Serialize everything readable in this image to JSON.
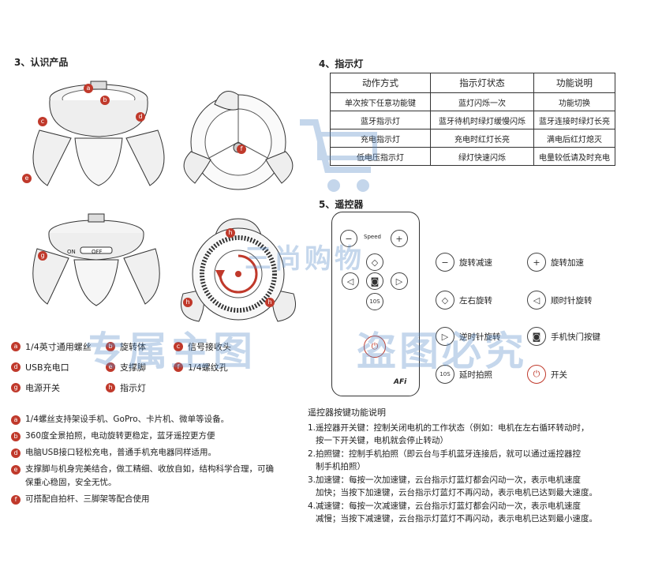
{
  "section3": {
    "title": "3、认识产品"
  },
  "section4": {
    "title": "4、指示灯"
  },
  "section5": {
    "title": "5、遥控器"
  },
  "device_labels": {
    "a": "a",
    "b": "b",
    "c": "c",
    "d": "d",
    "e": "e",
    "f": "f",
    "g": "g",
    "h": "h",
    "on": "ON",
    "off": "OFF"
  },
  "legend": [
    {
      "key": "a",
      "text": "1/4英寸通用螺丝"
    },
    {
      "key": "b",
      "text": "旋转体"
    },
    {
      "key": "c",
      "text": "信号接收头"
    },
    {
      "key": "d",
      "text": "USB充电口"
    },
    {
      "key": "e",
      "text": "支撑脚"
    },
    {
      "key": "f",
      "text": "1/4螺纹孔"
    },
    {
      "key": "g",
      "text": "电源开关"
    },
    {
      "key": "h",
      "text": "指示灯"
    }
  ],
  "features": [
    {
      "key": "a",
      "text": "1/4螺丝支持架设手机、GoPro、卡片机、微单等设备。"
    },
    {
      "key": "b",
      "text": "360度全景拍照，电动旋转更稳定，蓝牙遥控更方便"
    },
    {
      "key": "d",
      "text": "电脑USB接口轻松充电，普通手机充电器同样适用。"
    },
    {
      "key": "e",
      "text": "支撑脚与机身完美结合，做工精细、收放自如，结构科学合理，可确",
      "cont": "保重心稳固，安全无忧。"
    },
    {
      "key": "f",
      "text": "可搭配自拍杆、三脚架等配合使用"
    }
  ],
  "indicator_table": {
    "headers": [
      "动作方式",
      "指示灯状态",
      "功能说明"
    ],
    "rows": [
      [
        "单次按下任意功能键",
        "蓝灯闪烁一次",
        "功能切换"
      ],
      [
        "蓝牙指示灯",
        "蓝牙待机时绿灯缓慢闪烁",
        "蓝牙连接时绿灯长亮"
      ],
      [
        "充电指示灯",
        "充电时红灯长亮",
        "满电后红灯熄灭"
      ],
      [
        "低电压指示灯",
        "绿灯快速闪烁",
        "电量较低请及时充电"
      ]
    ]
  },
  "remote": {
    "speed_label": "Speed",
    "btn_10s": "10S",
    "brand": "AFi",
    "keys": [
      {
        "icon": "minus-icon",
        "label": "旋转减速"
      },
      {
        "icon": "plus-icon",
        "label": "旋转加速"
      },
      {
        "icon": "left-right-icon",
        "label": "左右旋转"
      },
      {
        "icon": "counterclockwise-icon",
        "label": "顺时针旋转"
      },
      {
        "icon": "clockwise-icon",
        "label": "逆时针旋转"
      },
      {
        "icon": "camera-icon",
        "label": "手机快门按键"
      },
      {
        "icon": "timer-icon",
        "label": "延时拍照",
        "btn_text": "10S"
      },
      {
        "icon": "power-icon",
        "label": "开关"
      }
    ]
  },
  "instructions": {
    "title": "遥控器按键功能说明",
    "lines": [
      "1.遥控器开关键：控制关闭电机的工作状态（例如：电机在左右循环转动时，",
      "   按一下开关键，电机就会停止转动）",
      "2.拍照键：控制手机拍照（即云台与手机蓝牙连接后，就可以通过遥控器控",
      "   制手机拍照）",
      "3.加速键：每按一次加速键，云台指示灯蓝灯都会闪动一次，表示电机速度",
      "   加快；当按下加速键，云台指示灯蓝灯不再闪动，表示电机已达到最大速度。",
      "4.减速键：每按一次减速键，云台指示灯蓝灯都会闪动一次，表示电机速度",
      "   减慢；当按下减速键，云台指示灯蓝灯不再闪动，表示电机已达到最小速度。"
    ]
  },
  "watermarks": {
    "brand": "三尚购物",
    "line1": "专属主图",
    "line2": "盗图必究"
  },
  "colors": {
    "marker": "#c0392b",
    "watermark": "#5a8cc8"
  }
}
